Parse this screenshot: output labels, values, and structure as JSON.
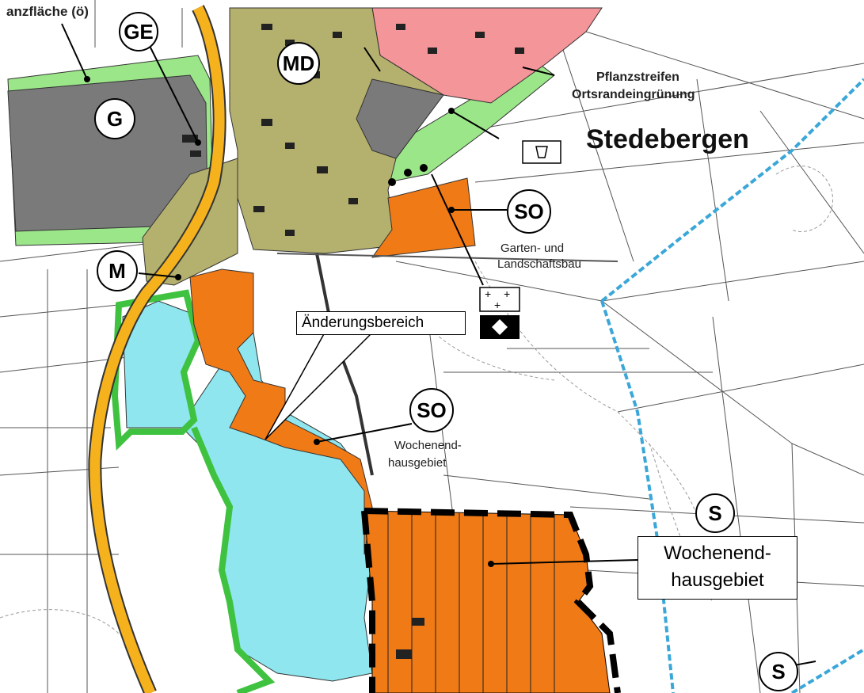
{
  "map": {
    "top_label": "anzfläche (ö)",
    "place_name": "Stedebergen",
    "zone_codes": {
      "ge": "GE",
      "g": "G",
      "md": "MD",
      "m": "M",
      "so_top": "SO",
      "so_mid": "SO",
      "s_mid": "S",
      "s_bottom": "S"
    },
    "annotations": {
      "pflanz_line1": "Pflanzstreifen",
      "pflanz_line2": "Ortsrandeingrünung",
      "garten_line1": "Garten- und",
      "garten_line2": "Landschaftsbau",
      "wochen_small_line1": "Wochenend-",
      "wochen_small_line2": "hausgebiet",
      "aenderung": "Änderungsbereich",
      "wochen_big_line1": "Wochenend-",
      "wochen_big_line2": "hausgebiet"
    },
    "colors": {
      "orange_zone": "#f07a16",
      "water": "#8fe6ee",
      "village": "#b4b06e",
      "pink_zone": "#f4959a",
      "gray_zone": "#7a7a7a",
      "green_strip": "#9ce68a",
      "road": "#f5b21c"
    }
  }
}
